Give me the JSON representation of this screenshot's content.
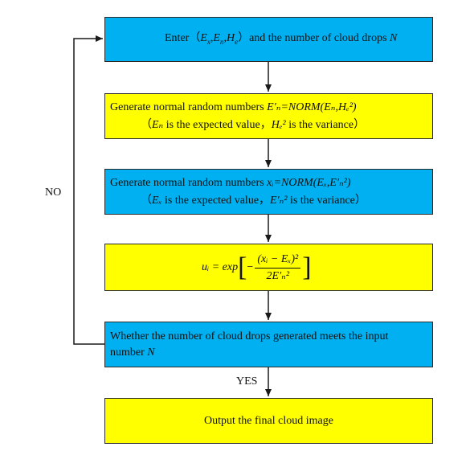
{
  "boxes": {
    "b1": {
      "prefix": "Enter（",
      "p1": "E",
      "s1": "x",
      "p2": "E",
      "s2": "n",
      "p3": "H",
      "s3": "e",
      "suffix": "）and the number of cloud drops ",
      "n": "N"
    },
    "b2": {
      "text1": "Generate normal random numbers ",
      "formula": "E′ₙ=NORM(Eₙ,Hₑ²)",
      "text2a": "（",
      "sym1": "Eₙ",
      "text2b": " is the expected value，",
      "sym2": "Hₑ²",
      "text2c": " is the variance）"
    },
    "b3": {
      "text1": "Generate normal random numbers ",
      "formula": "xᵢ=NORM(Eₓ,E′ₙ²)",
      "text2a": "（",
      "sym1": "Eₓ",
      "text2b": " is the expected value，",
      "sym2": "E′ₙ²",
      "text2c": " is the variance）"
    },
    "b4": {
      "lhs": "uᵢ = exp",
      "numerator": "(xᵢ − Eₓ)²",
      "denominator": "2E′ₙ²",
      "minus": "−"
    },
    "b5": {
      "line1": "Whether the number of cloud drops generated meets the input",
      "line2": "number ",
      "n": "N"
    },
    "b6": {
      "text": "Output the final cloud image"
    }
  },
  "labels": {
    "no": "NO",
    "yes": "YES"
  },
  "colors": {
    "blue": "#00b0f0",
    "yellow": "#ffff00",
    "line": "#1a1a1a"
  }
}
